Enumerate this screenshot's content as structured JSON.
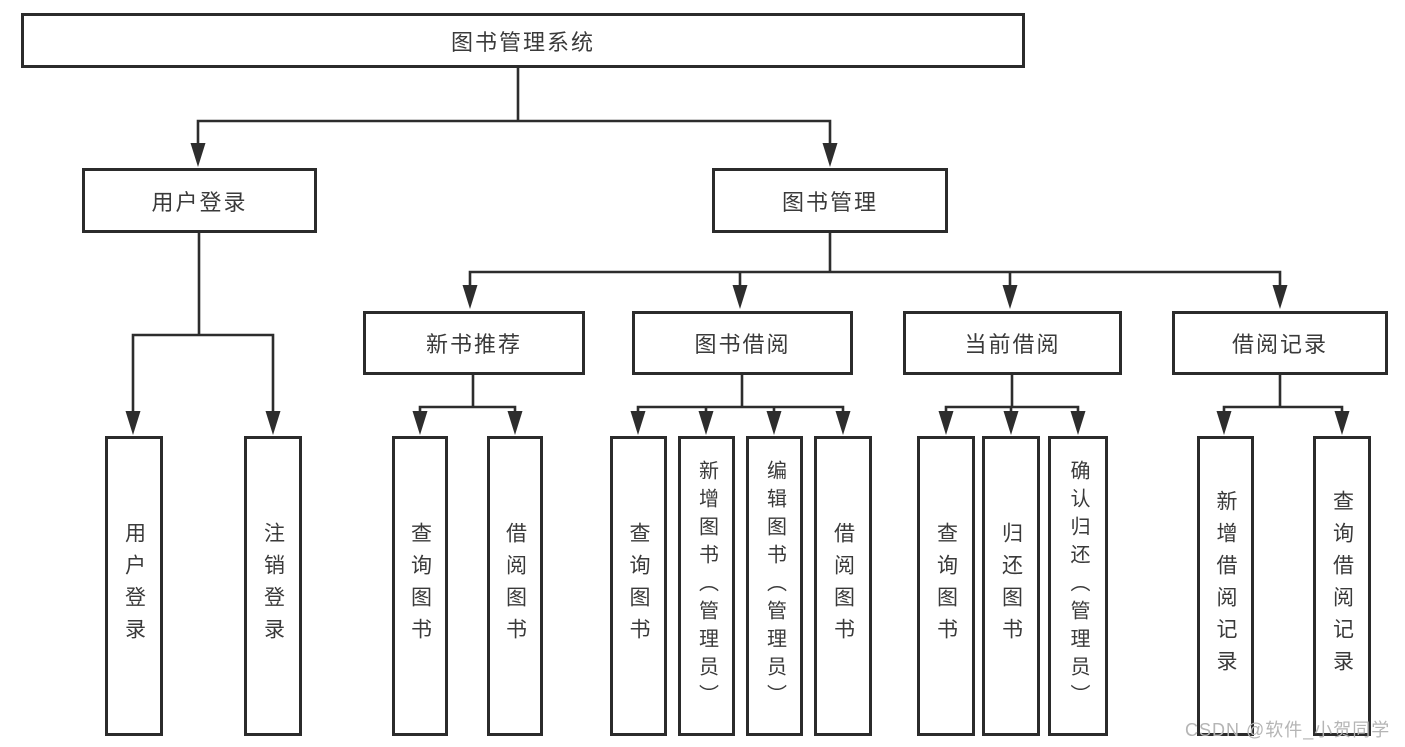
{
  "page": {
    "background": "#ffffff"
  },
  "colors": {
    "line": "#2d2d2d",
    "box_border": "#2b2b2b",
    "box_fill": "#ffffff",
    "text": "#3a3a3a",
    "watermark": "#b5b5b5"
  },
  "watermark": {
    "text": "CSDN @软件_小贺同学"
  },
  "diagram": {
    "root": {
      "label": "图书管理系统"
    },
    "level2": [
      {
        "label": "用户登录"
      },
      {
        "label": "图书管理"
      }
    ],
    "level3": [
      {
        "label": "新书推荐"
      },
      {
        "label": "图书借阅"
      },
      {
        "label": "当前借阅"
      },
      {
        "label": "借阅记录"
      }
    ],
    "leaves": {
      "user_login": [
        "用户登录",
        "注销登录"
      ],
      "new_book": [
        "查询图书",
        "借阅图书"
      ],
      "book_borrow": [
        "查询图书",
        "新增图书（管理员）",
        "编辑图书（管理员）",
        "借阅图书"
      ],
      "current_borrow": [
        "查询图书",
        "归还图书",
        "确认归还（管理员）"
      ],
      "borrow_record": [
        "新增借阅记录",
        "查询借阅记录"
      ]
    }
  }
}
